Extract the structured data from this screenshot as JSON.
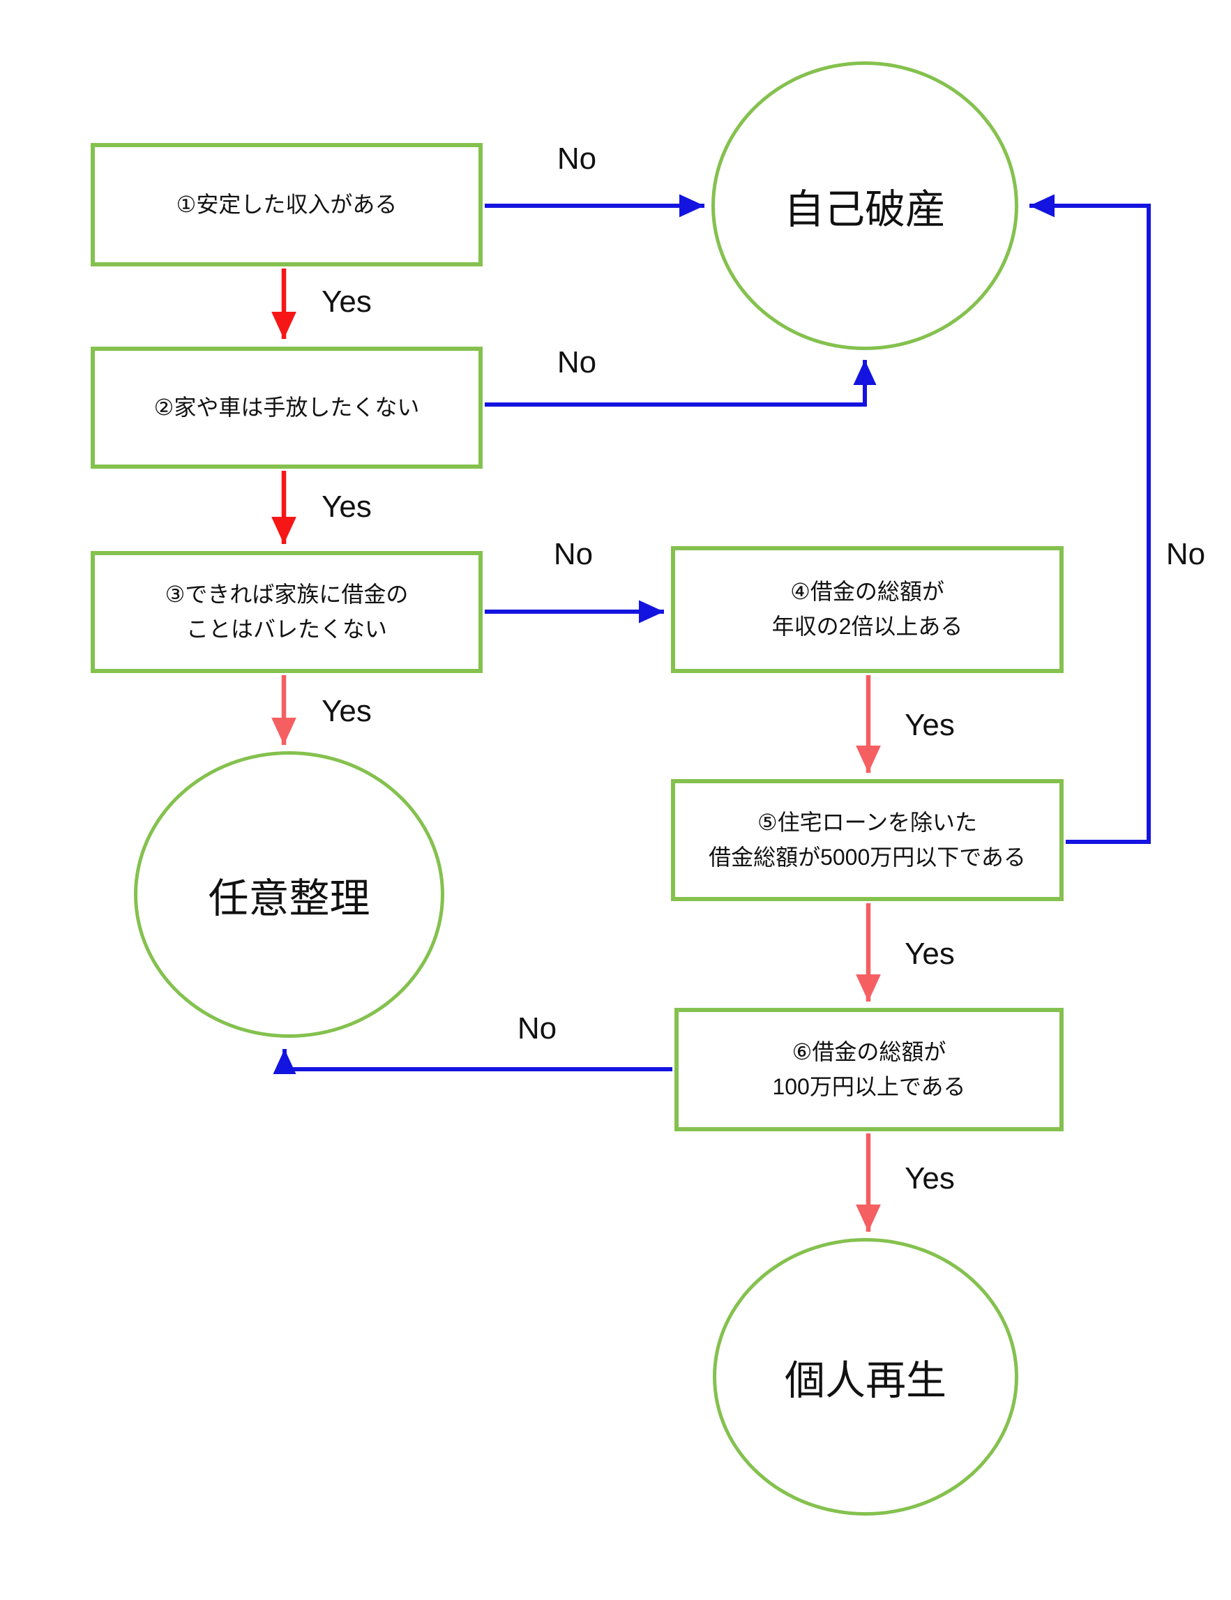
{
  "labels": {
    "yes": "Yes",
    "no": "No"
  },
  "nodes": {
    "q1": {
      "label": "①安定した収入がある",
      "type": "question"
    },
    "q2": {
      "label": "②家や車は手放したくない",
      "type": "question"
    },
    "q3": {
      "label": "③できれば家族に借金の\nことはバレたくない",
      "type": "question"
    },
    "q4": {
      "label": "④借金の総額が\n年収の2倍以上ある",
      "type": "question"
    },
    "q5": {
      "label": "⑤住宅ローンを除いた\n借金総額が5000万円以下である",
      "type": "question"
    },
    "q6": {
      "label": "⑥借金の総額が\n100万円以上である",
      "type": "question"
    },
    "bankruptcy": {
      "label": "自己破産",
      "type": "outcome"
    },
    "voluntary": {
      "label": "任意整理",
      "type": "outcome"
    },
    "rehabilitation": {
      "label": "個人再生",
      "type": "outcome"
    }
  },
  "edges": [
    {
      "from": "q1",
      "to": "bankruptcy",
      "answer": "No"
    },
    {
      "from": "q1",
      "to": "q2",
      "answer": "Yes"
    },
    {
      "from": "q2",
      "to": "bankruptcy",
      "answer": "No"
    },
    {
      "from": "q2",
      "to": "q3",
      "answer": "Yes"
    },
    {
      "from": "q3",
      "to": "q4",
      "answer": "No"
    },
    {
      "from": "q3",
      "to": "voluntary",
      "answer": "Yes"
    },
    {
      "from": "q4",
      "to": "q5",
      "answer": "Yes"
    },
    {
      "from": "q5",
      "to": "bankruptcy",
      "answer": "No"
    },
    {
      "from": "q5",
      "to": "q6",
      "answer": "Yes"
    },
    {
      "from": "q6",
      "to": "voluntary",
      "answer": "No"
    },
    {
      "from": "q6",
      "to": "rehabilitation",
      "answer": "Yes"
    }
  ],
  "colors": {
    "green": "#84c14e",
    "blue": "#1414e0",
    "red": "#f61616",
    "salmon": "#f55f61",
    "text": "#111111",
    "background": "#ffffff"
  }
}
